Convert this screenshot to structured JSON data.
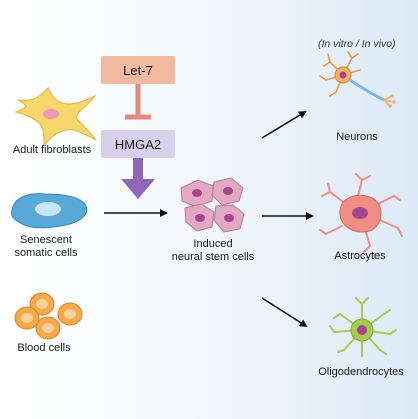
{
  "context_note": "(In vitro / In vivo)",
  "regulators": {
    "let7": "Let-7",
    "hmga2": "HMGA2"
  },
  "sources": [
    {
      "label": "Adult fibroblasts"
    },
    {
      "label_line1": "Senescent",
      "label_line2": "somatic cells"
    },
    {
      "label": "Blood cells"
    }
  ],
  "intermediate": {
    "line1": "Induced",
    "line2": "neural stem cells"
  },
  "outputs": [
    {
      "label": "Neurons"
    },
    {
      "label": "Astrocytes"
    },
    {
      "label": "Oligodendrocytes"
    }
  ],
  "colors": {
    "let7_box": "#f2b9a1",
    "hmga2_box": "#d8d0ea",
    "inhibit_line": "#e08a80",
    "hmga2_arrow": "#9066b8",
    "fibroblast": "#f7d76b",
    "senescent": "#5aa8d8",
    "blood": "#f5a94a",
    "stem_cell": "#e3a9c2",
    "neuron": "#f0b36a",
    "astrocyte": "#ef8e84",
    "oligodendrocyte": "#a6cd4f"
  }
}
